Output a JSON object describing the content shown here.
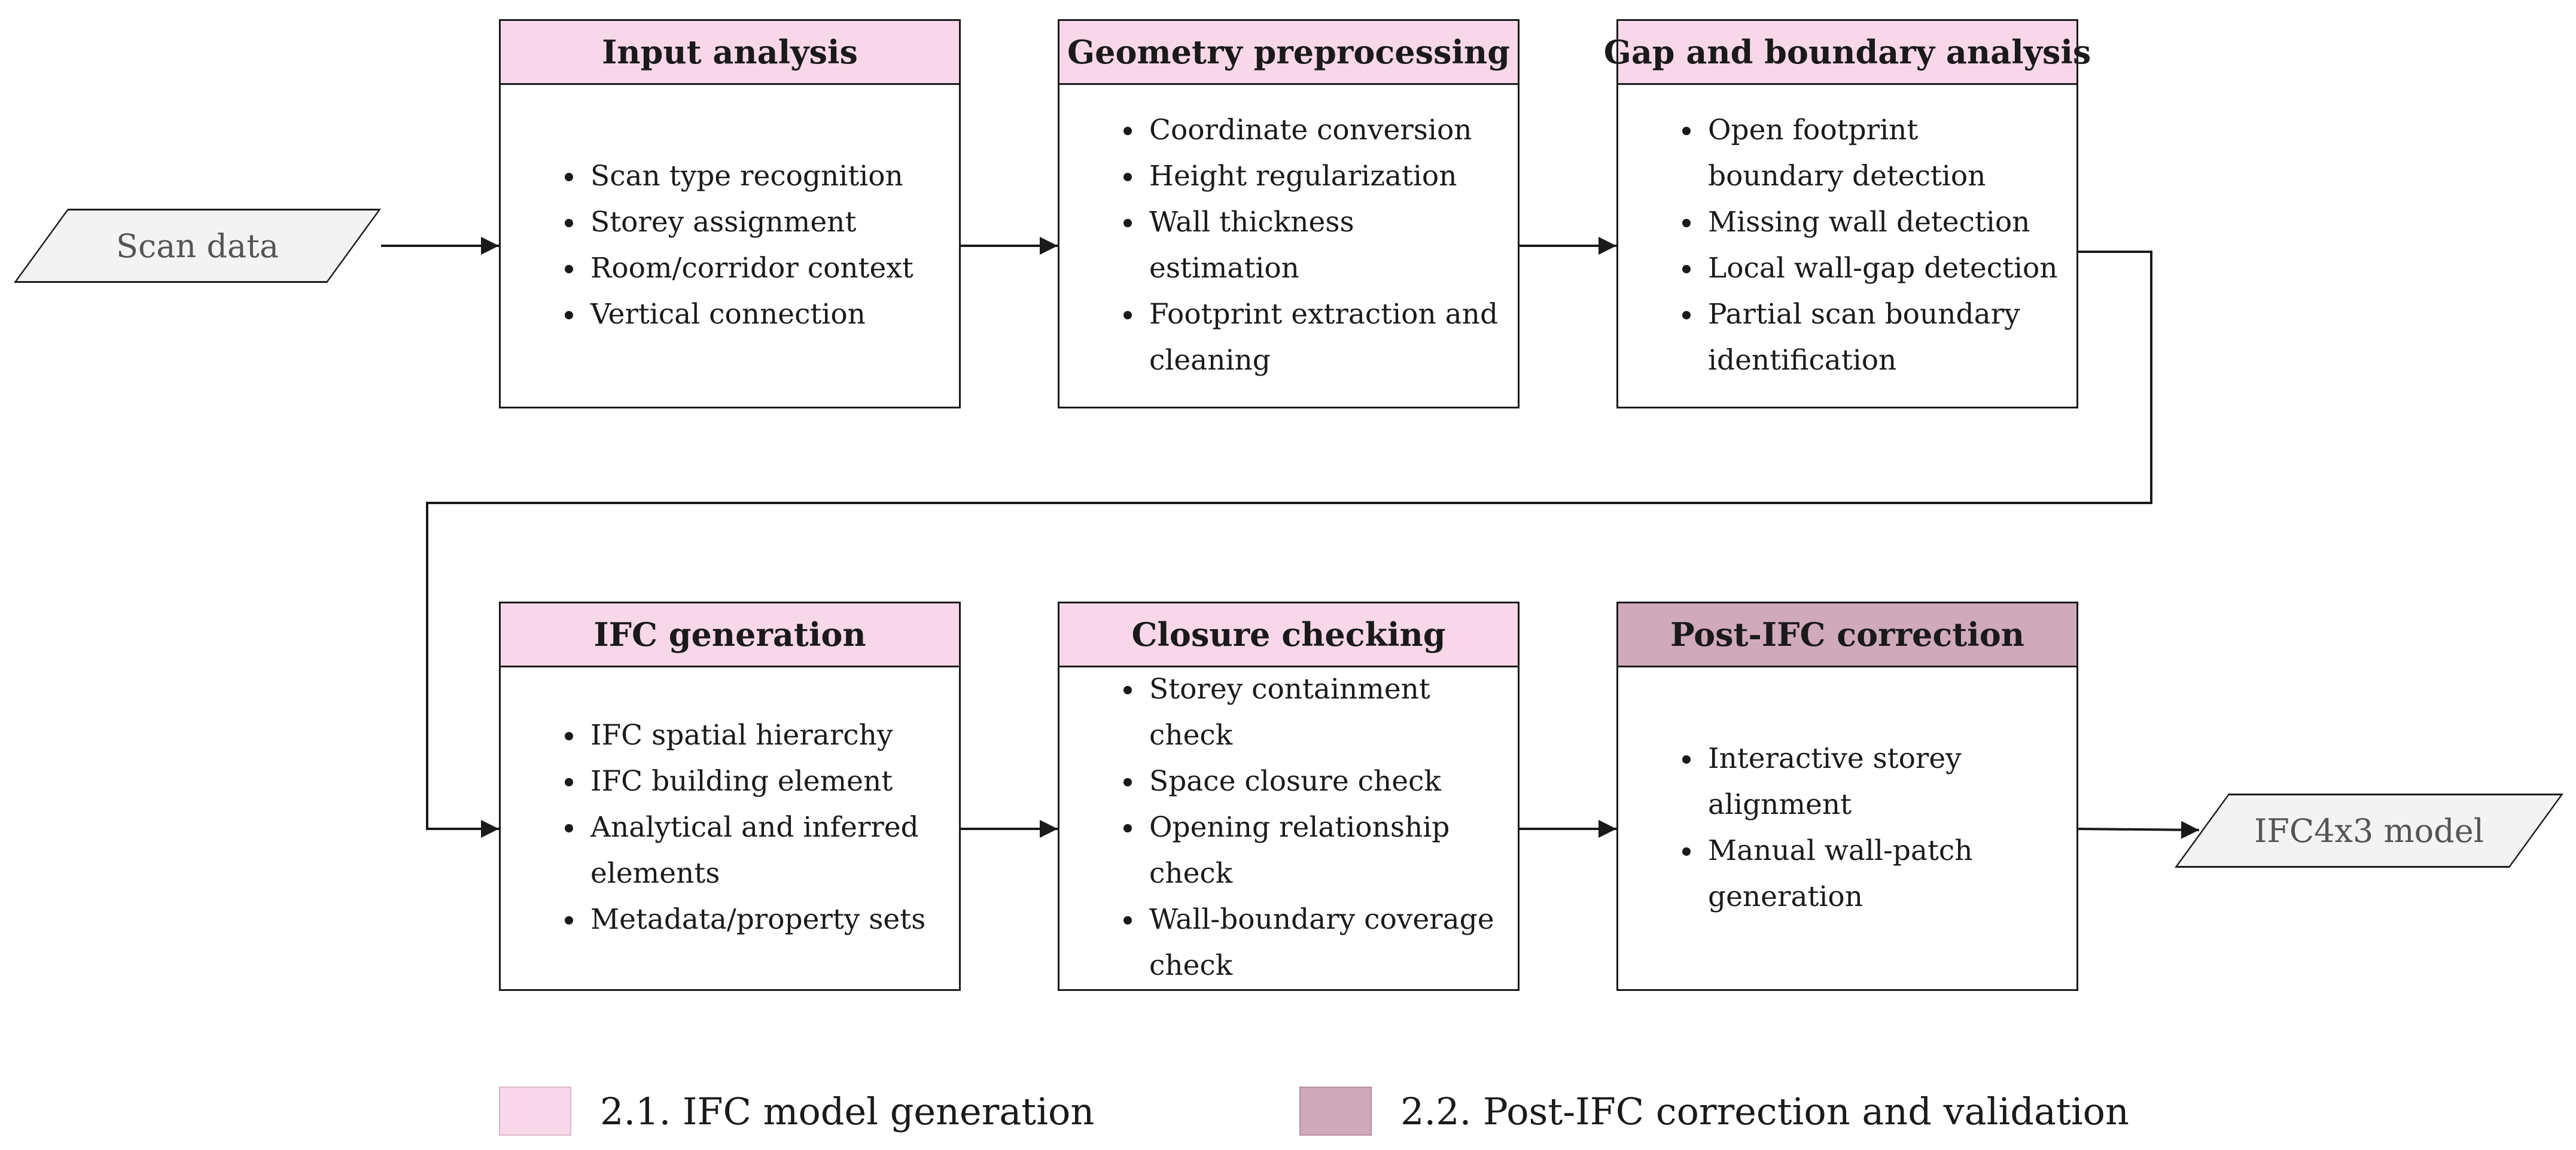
{
  "colors": {
    "ifc_generation": "#f8d7e8",
    "post_ifc": "#d0a9bb"
  },
  "input_node": {
    "label": "Scan data"
  },
  "output_node": {
    "label": "IFC4x3 model"
  },
  "steps": [
    {
      "title": "Input analysis",
      "items": [
        "Scan type recognition",
        "Storey assignment",
        "Room/corridor context",
        "Vertical connection"
      ]
    },
    {
      "title": "Geometry preprocessing",
      "items": [
        "Coordinate conversion",
        "Height regularization",
        "Wall thickness estimation",
        "Footprint extraction and cleaning"
      ]
    },
    {
      "title": "Gap and boundary analysis",
      "items": [
        "Open footprint boundary detection",
        "Missing wall detection",
        "Local wall-gap detection",
        "Partial scan boundary identification"
      ]
    },
    {
      "title": "IFC generation",
      "items": [
        "IFC spatial hierarchy",
        "IFC building element",
        "Analytical and inferred elements",
        "Metadata/property sets"
      ]
    },
    {
      "title": "Closure checking",
      "items": [
        "Storey containment check",
        "Space closure check",
        "Opening relationship check",
        "Wall-boundary coverage check"
      ]
    },
    {
      "title": "Post-IFC correction",
      "items": [
        "Interactive storey alignment",
        "Manual wall-patch generation"
      ]
    }
  ],
  "legend": [
    {
      "label": "2.1. IFC model generation"
    },
    {
      "label": "2.2. Post-IFC correction and validation"
    }
  ]
}
